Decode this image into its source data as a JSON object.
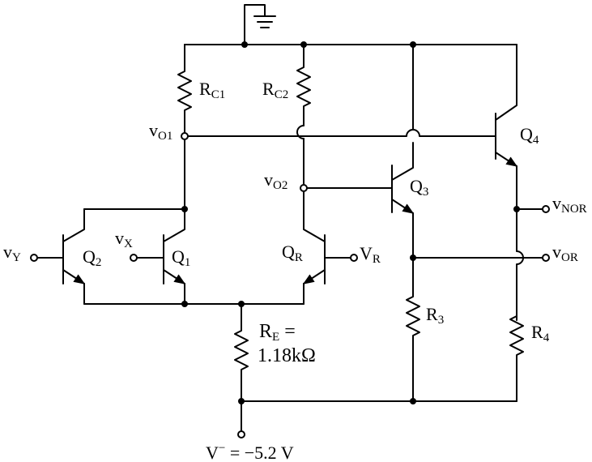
{
  "labels": {
    "rc1": {
      "main": "R",
      "sub": "C1"
    },
    "rc2": {
      "main": "R",
      "sub": "C2"
    },
    "vo1": {
      "main": "v",
      "sub": "O1"
    },
    "vo2": {
      "main": "v",
      "sub": "O2"
    },
    "vy": {
      "main": "v",
      "sub": "Y"
    },
    "vx": {
      "main": "v",
      "sub": "X"
    },
    "q2": {
      "main": "Q",
      "sub": "2"
    },
    "q1": {
      "main": "Q",
      "sub": "1"
    },
    "qr": {
      "main": "Q",
      "sub": "R"
    },
    "vr": {
      "main": "V",
      "sub": "R"
    },
    "q3": {
      "main": "Q",
      "sub": "3"
    },
    "q4": {
      "main": "Q",
      "sub": "4"
    },
    "vnor": {
      "main": "v",
      "sub": "NOR"
    },
    "vor": {
      "main": "v",
      "sub": "OR"
    },
    "r3": {
      "main": "R",
      "sub": "3"
    },
    "r4": {
      "main": "R",
      "sub": "4"
    },
    "re_line1": {
      "main": "R",
      "sub": "E",
      "tail": " ="
    },
    "re_line2": "1.18kΩ",
    "vminus": {
      "main": "V",
      "sup": "−",
      "tail": " = −5.2 V"
    }
  }
}
